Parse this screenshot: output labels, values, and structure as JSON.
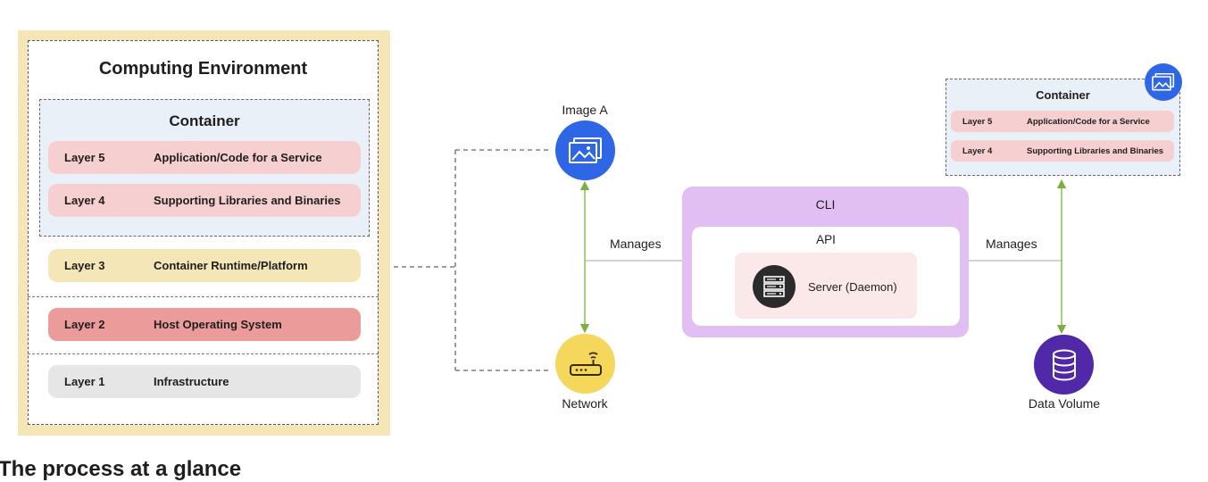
{
  "environment": {
    "title": "Computing Environment",
    "container": {
      "title": "Container",
      "layers": [
        {
          "num": "Layer 5",
          "text": "Application/Code for a Service"
        },
        {
          "num": "Layer 4",
          "text": "Supporting Libraries and Binaries"
        }
      ]
    },
    "layers": [
      {
        "num": "Layer 3",
        "text": "Container Runtime/Platform"
      },
      {
        "num": "Layer 2",
        "text": "Host Operating System"
      },
      {
        "num": "Layer 1",
        "text": "Infrastructure"
      }
    ]
  },
  "nodes": {
    "image": "Image A",
    "network": "Network",
    "data_volume": "Data Volume"
  },
  "cli": {
    "label": "CLI",
    "api_label": "API",
    "server_label": "Server (Daemon)"
  },
  "edges": {
    "left_manages": "Manages",
    "right_manages": "Manages"
  },
  "right_container": {
    "title": "Container",
    "layers": [
      {
        "num": "Layer 5",
        "text": "Application/Code for a Service"
      },
      {
        "num": "Layer 4",
        "text": "Supporting Libraries and Binaries"
      }
    ]
  },
  "footer": {
    "heading": "The process at a glance"
  },
  "colors": {
    "env_bg": "#f5e6b8",
    "container_bg": "#eaf0f8",
    "layer_pink": "#f6cfd0",
    "layer_yellow": "#f5e6b8",
    "layer_red": "#ec9b9b",
    "layer_gray": "#e6e6e6",
    "cli_purple": "#e1bff2",
    "image_blue": "#2f66e6",
    "network_yellow": "#f5d75b",
    "volume_purple": "#5128a8",
    "arrow_green": "#7ab03c"
  }
}
